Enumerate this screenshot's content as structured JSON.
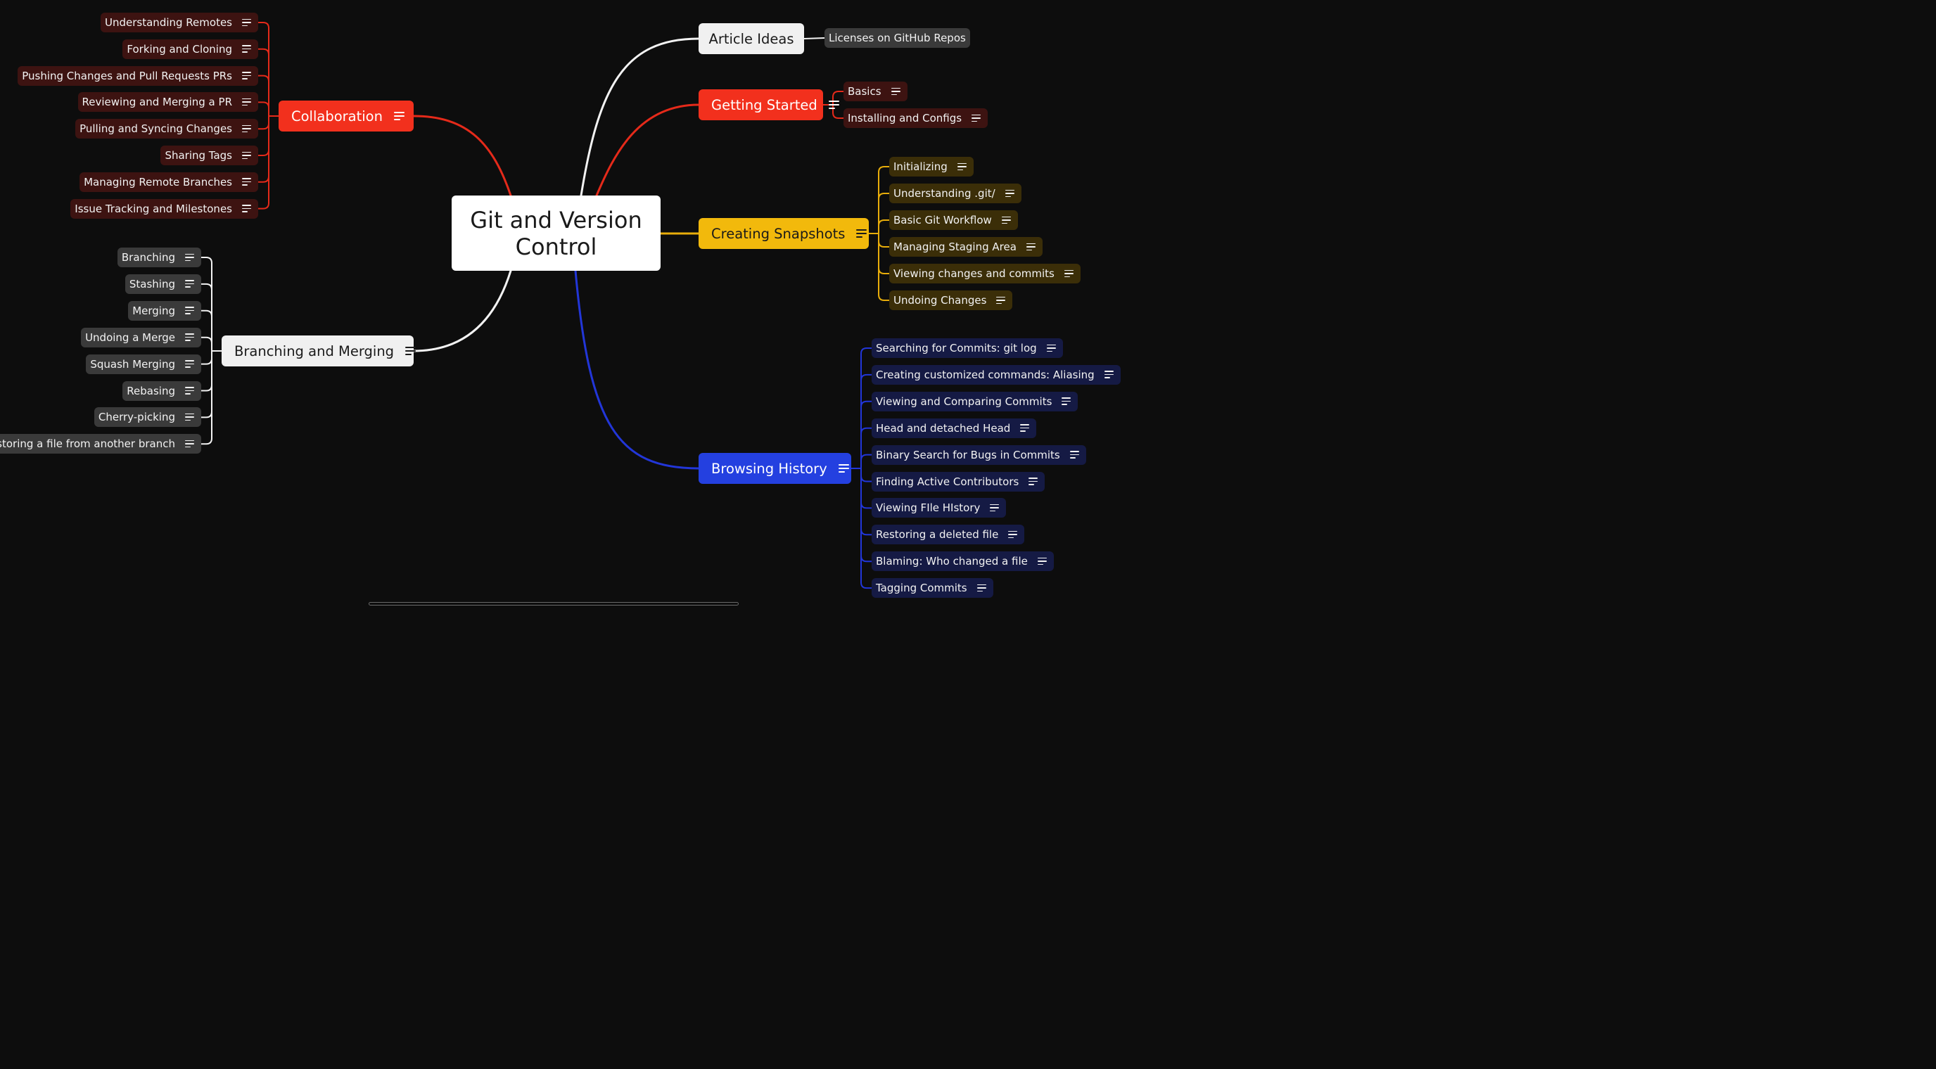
{
  "colors": {
    "background": "#0d0d0d",
    "red": "#f2301d",
    "white": "#f0f0f0",
    "yellow": "#f2b90c",
    "blue": "#2440e0",
    "red_leaf": "#3d1311",
    "white_leaf": "#3a3a3a",
    "yellow_leaf": "#3b2e08",
    "blue_leaf": "#151a44"
  },
  "root": {
    "title": "Git and Version Control"
  },
  "branches": {
    "article_ideas": {
      "title": "Article Ideas",
      "color": "white",
      "items": [
        "Licenses on GitHub Repos"
      ]
    },
    "getting_started": {
      "title": "Getting Started",
      "color": "red",
      "items": [
        "Basics",
        "Installing and Configs"
      ]
    },
    "creating_snapshots": {
      "title": "Creating Snapshots",
      "color": "yellow",
      "items": [
        "Initializing",
        "Understanding .git/",
        "Basic Git Workflow",
        "Managing Staging Area",
        "Viewing changes and commits",
        "Undoing Changes"
      ]
    },
    "browsing_history": {
      "title": "Browsing History",
      "color": "blue",
      "items": [
        "Searching for Commits: git log",
        "Creating customized commands: Aliasing",
        "Viewing and Comparing Commits",
        "Head and detached Head",
        "Binary Search for Bugs in Commits",
        "Finding Active Contributors",
        "Viewing FIle HIstory",
        "Restoring a deleted file",
        "Blaming: Who changed a file",
        "Tagging Commits"
      ]
    },
    "collaboration": {
      "title": "Collaboration",
      "color": "red",
      "items": [
        "Understanding Remotes",
        "Forking and Cloning",
        "Pushing Changes and Pull Requests PRs",
        "Reviewing and Merging a PR",
        "Pulling and Syncing Changes",
        "Sharing Tags",
        "Managing Remote Branches",
        "Issue Tracking and Milestones"
      ]
    },
    "branching_merging": {
      "title": "Branching and Merging",
      "color": "white",
      "items": [
        "Branching",
        "Stashing",
        "Merging",
        "Undoing a Merge",
        "Squash Merging",
        "Rebasing",
        "Cherry-picking",
        "Restoring a file from another branch"
      ]
    }
  }
}
